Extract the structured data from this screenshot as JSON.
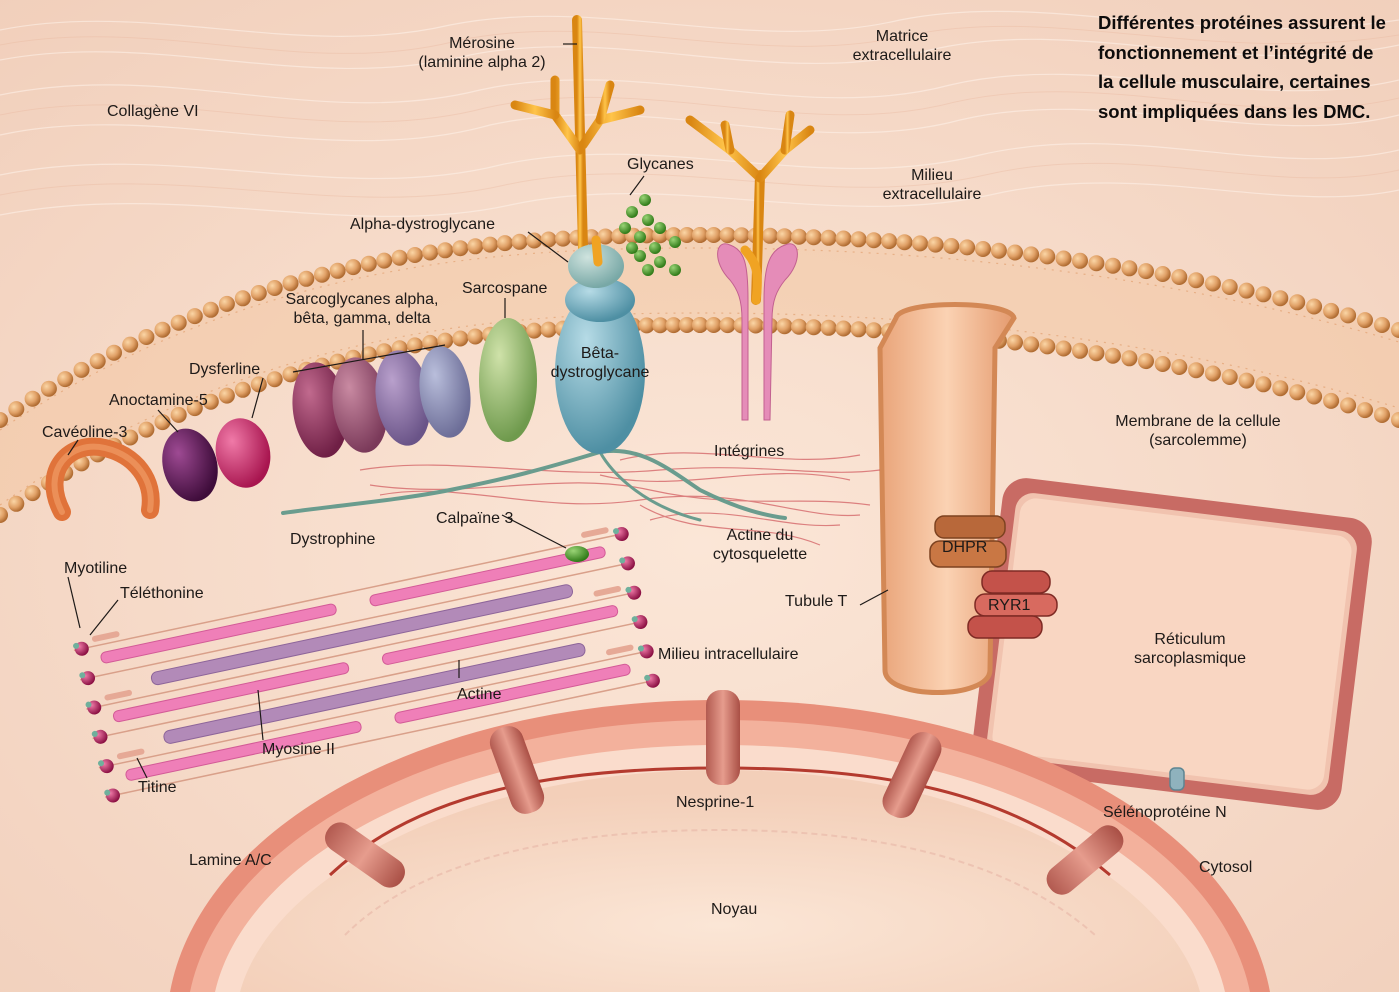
{
  "intro": "Différentes protéines assurent le fonctionnement et l’intégrité de la cellule musculaire, certaines sont impliquées dans les DMC.",
  "labels": {
    "merosine": "Mérosine",
    "merosine_sub": "(laminine alpha 2)",
    "matrice": "Matrice",
    "matrice_sub": "extracellulaire",
    "collagene": "Collagène VI",
    "glycanes": "Glycanes",
    "milieu_ext": "Milieu",
    "milieu_ext_sub": "extracellulaire",
    "alpha_dg": "Alpha-dystroglycane",
    "sarcospane": "Sarcospane",
    "sarcoglycanes": "Sarcoglycanes alpha,",
    "sarcoglycanes_sub": "bêta, gamma, delta",
    "dysferline": "Dysferline",
    "beta_dg": "Bêta-",
    "beta_dg_sub": "dystroglycane",
    "anoctamine": "Anoctamine-5",
    "caveoline": "Cavéoline-3",
    "integrines": "Intégrines",
    "membrane": "Membrane de la cellule",
    "membrane_sub": "(sarcolemme)",
    "calpaine": "Calpaïne 3",
    "dystrophine": "Dystrophine",
    "actine_cyto": "Actine du",
    "actine_cyto_sub": "cytosquelette",
    "dhpr": "DHPR",
    "myotiline": "Myotiline",
    "telethonine": "Téléthonine",
    "tubule": "Tubule T",
    "ryr1": "RYR1",
    "reticulum": "Réticulum",
    "reticulum_sub": "sarcoplasmique",
    "milieu_int": "Milieu intracellulaire",
    "actine": "Actine",
    "myosine": "Myosine II",
    "titine": "Titine",
    "nesprine": "Nesprine-1",
    "selenoproteine": "Sélénoprotéine N",
    "lamine": "Lamine A/C",
    "cytosol": "Cytosol",
    "noyau": "Noyau"
  },
  "colors": {
    "background": "#f6d9c8",
    "lipid_head": "#d9924f",
    "merosine": "#f0a323",
    "glycanes": "#4a9a2a",
    "beta_dystroglycane": "#7bb2c3",
    "sarcospane": "#95ba72",
    "dysferline": "#cc2b6b",
    "anoctamine": "#5e1d57",
    "caveoline": "#e0733a",
    "integrines": "#e58cb8",
    "reticulum_border": "#c0625c",
    "tubule_t": "#f5c09a",
    "actine": "#ef7fb8",
    "myosine": "#b28ab8"
  }
}
